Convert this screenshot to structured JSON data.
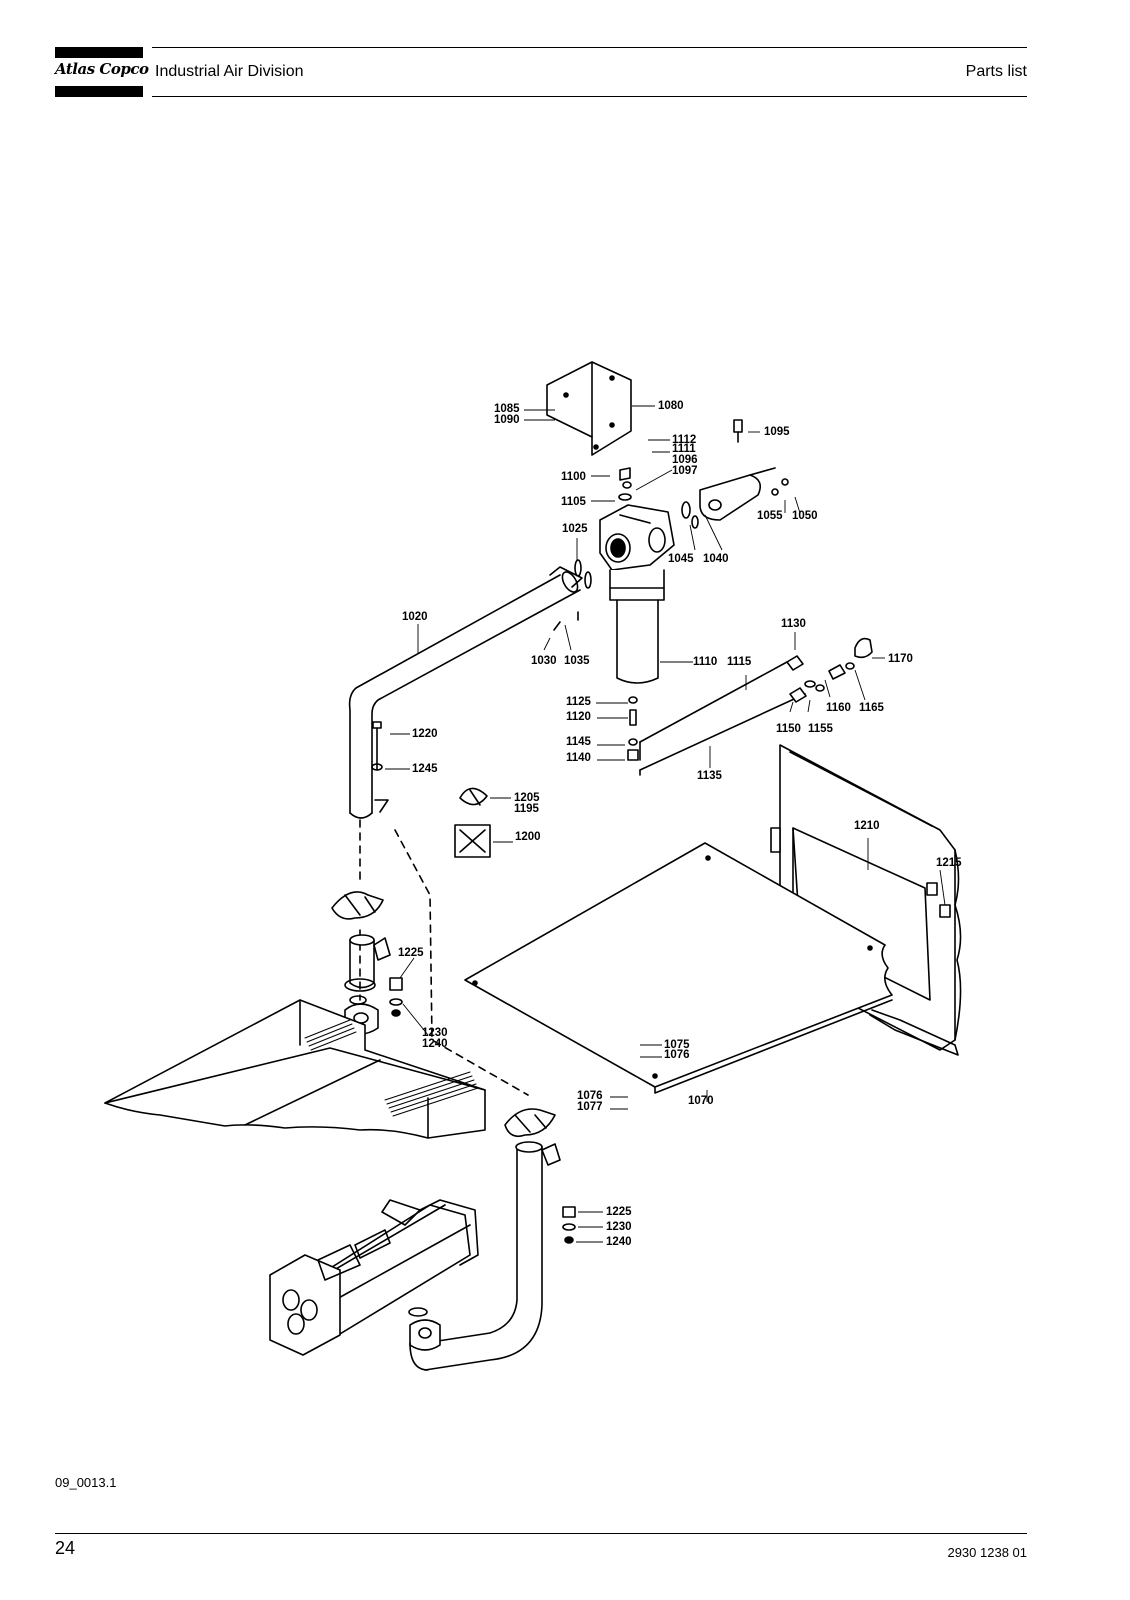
{
  "header": {
    "logo_text": "Atlas Copco",
    "division": "Industrial Air Division",
    "section": "Parts list"
  },
  "drawing": {
    "figure_ref": "09_0013.1",
    "part_labels": [
      "1085",
      "1090",
      "1080",
      "1095",
      "1112",
      "1111",
      "1096",
      "1097",
      "1100",
      "1105",
      "1055",
      "1050",
      "1025",
      "1045",
      "1040",
      "1020",
      "1130",
      "1170",
      "1030",
      "1035",
      "1110",
      "1115",
      "1125",
      "1120",
      "1160",
      "1165",
      "1150",
      "1155",
      "1220",
      "1145",
      "1140",
      "1135",
      "1245",
      "1205",
      "1195",
      "1200",
      "1210",
      "1215",
      "1225",
      "1230",
      "1240",
      "1075",
      "1076",
      "1076",
      "1077",
      "1070",
      "1225",
      "1230",
      "1240"
    ]
  },
  "footer": {
    "page_number": "24",
    "doc_number": "2930 1238 01"
  }
}
